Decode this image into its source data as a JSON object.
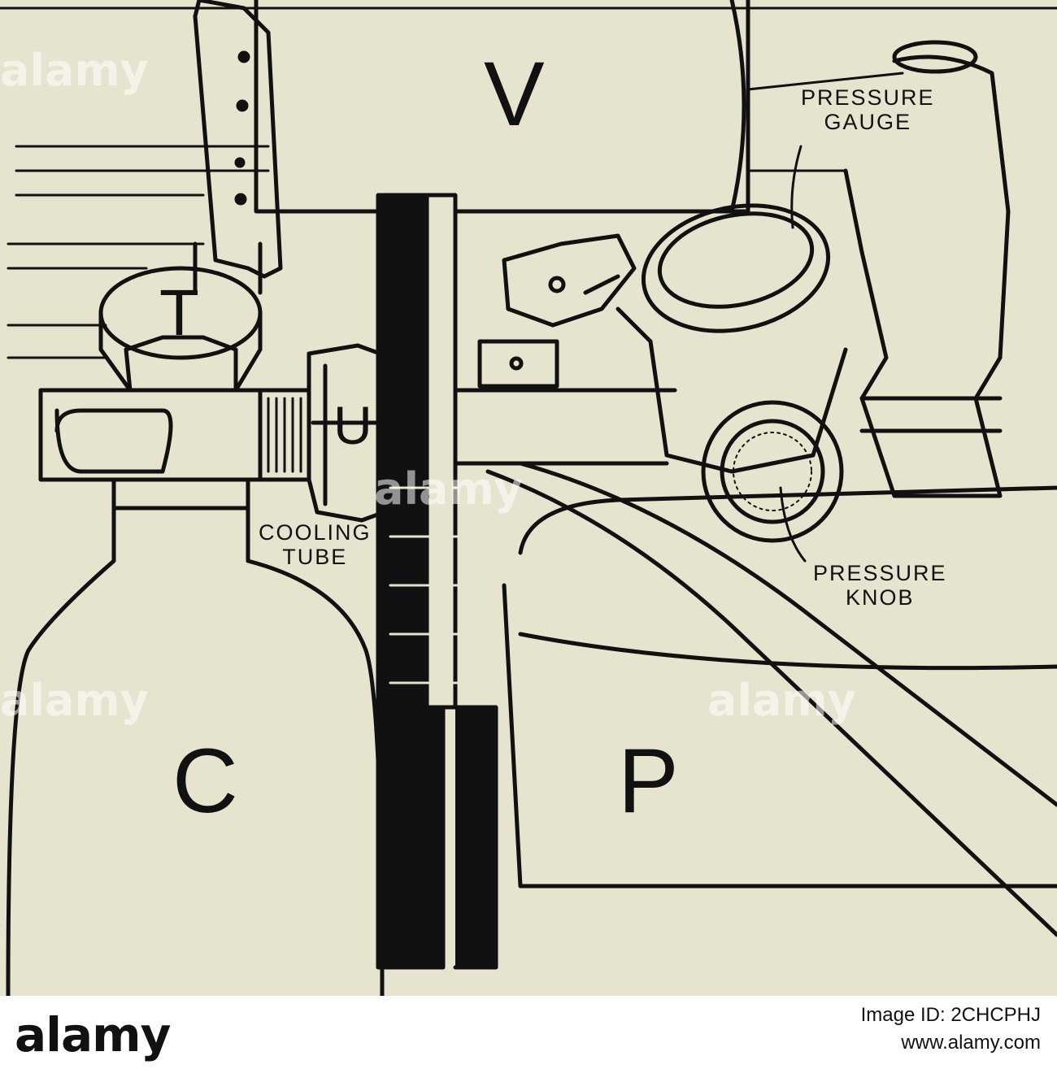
{
  "labels": {
    "v": "V",
    "t": "T",
    "u": "U",
    "c": "C",
    "p": "P",
    "pressure_gauge": [
      "PRESSURE",
      "GAUGE"
    ],
    "cooling_tube": [
      "COOLING",
      "TUBE"
    ],
    "pressure_knob": [
      "PRESSURE",
      "KNOB"
    ]
  },
  "watermark": "alamy",
  "footer": {
    "logo": "alamy",
    "image_id": "Image ID: 2CHCPHJ",
    "site": "www.alamy.com"
  },
  "colors": {
    "paper": "#e6e3cf",
    "ink": "#111111"
  }
}
